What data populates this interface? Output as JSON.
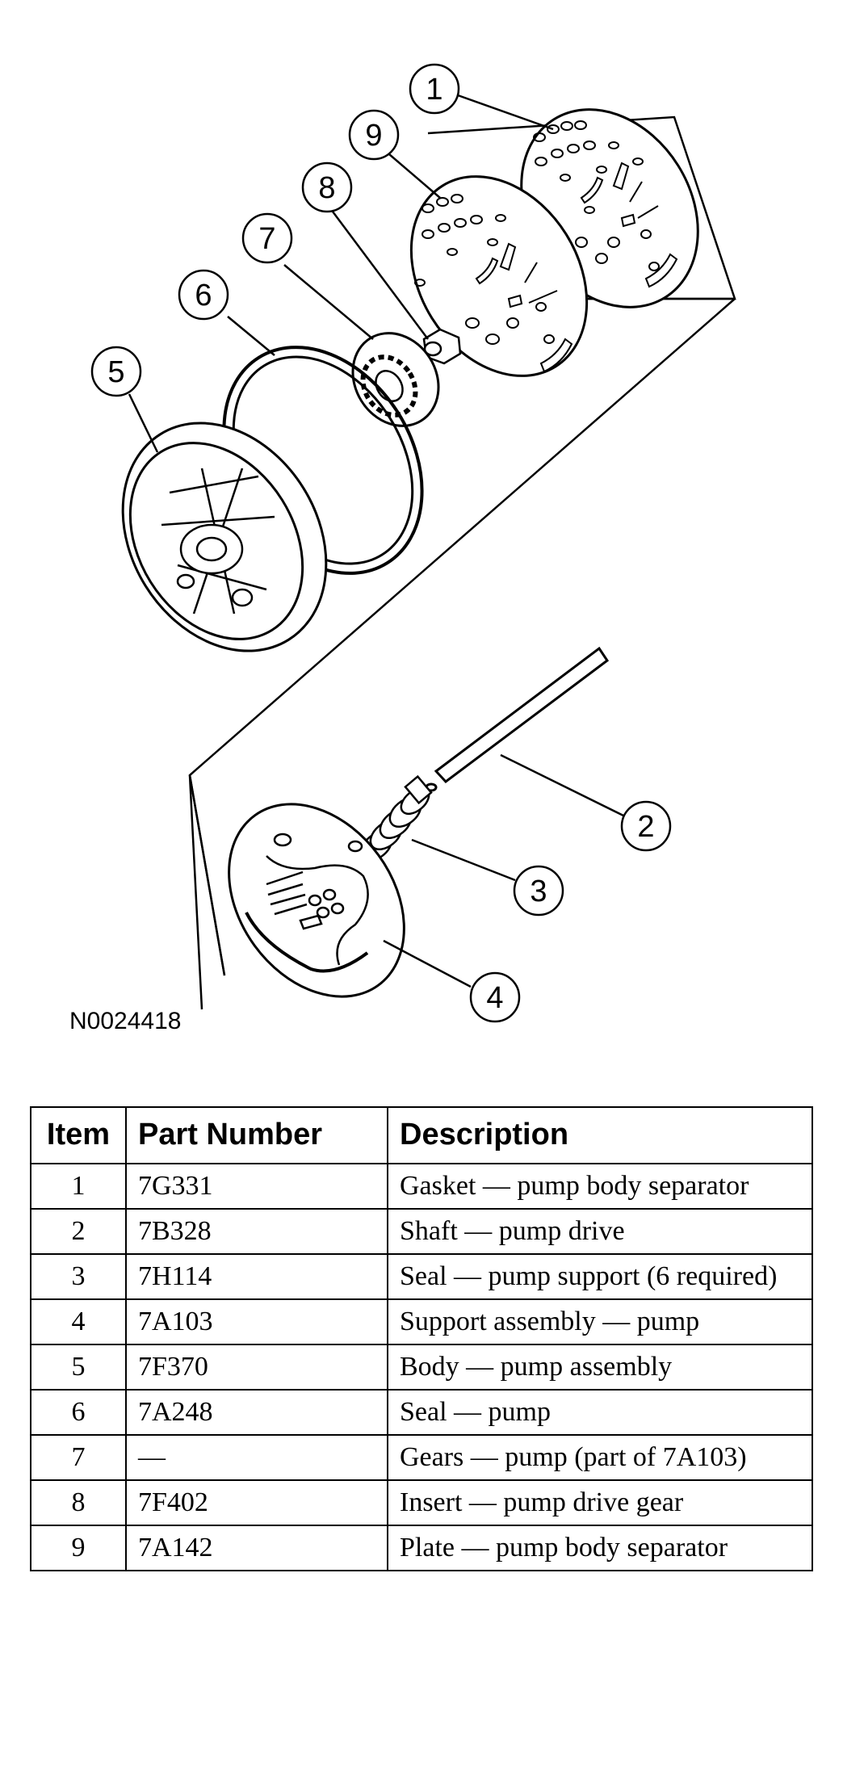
{
  "figure_id": "N0024418",
  "callouts": [
    "1",
    "2",
    "3",
    "4",
    "5",
    "6",
    "7",
    "8",
    "9"
  ],
  "table": {
    "headers": {
      "item": "Item",
      "part_number": "Part Number",
      "description": "Description"
    },
    "rows": [
      {
        "item": "1",
        "part_number": "7G331",
        "description": "Gasket — pump body separator"
      },
      {
        "item": "2",
        "part_number": "7B328",
        "description": "Shaft — pump drive"
      },
      {
        "item": "3",
        "part_number": "7H114",
        "description": "Seal — pump support (6 required)"
      },
      {
        "item": "4",
        "part_number": "7A103",
        "description": "Support assembly — pump"
      },
      {
        "item": "5",
        "part_number": "7F370",
        "description": "Body — pump assembly"
      },
      {
        "item": "6",
        "part_number": "7A248",
        "description": "Seal — pump"
      },
      {
        "item": "7",
        "part_number": "—",
        "description": "Gears — pump (part of 7A103)"
      },
      {
        "item": "8",
        "part_number": "7F402",
        "description": "Insert — pump drive gear"
      },
      {
        "item": "9",
        "part_number": "7A142",
        "description": "Plate — pump body separator"
      }
    ]
  }
}
